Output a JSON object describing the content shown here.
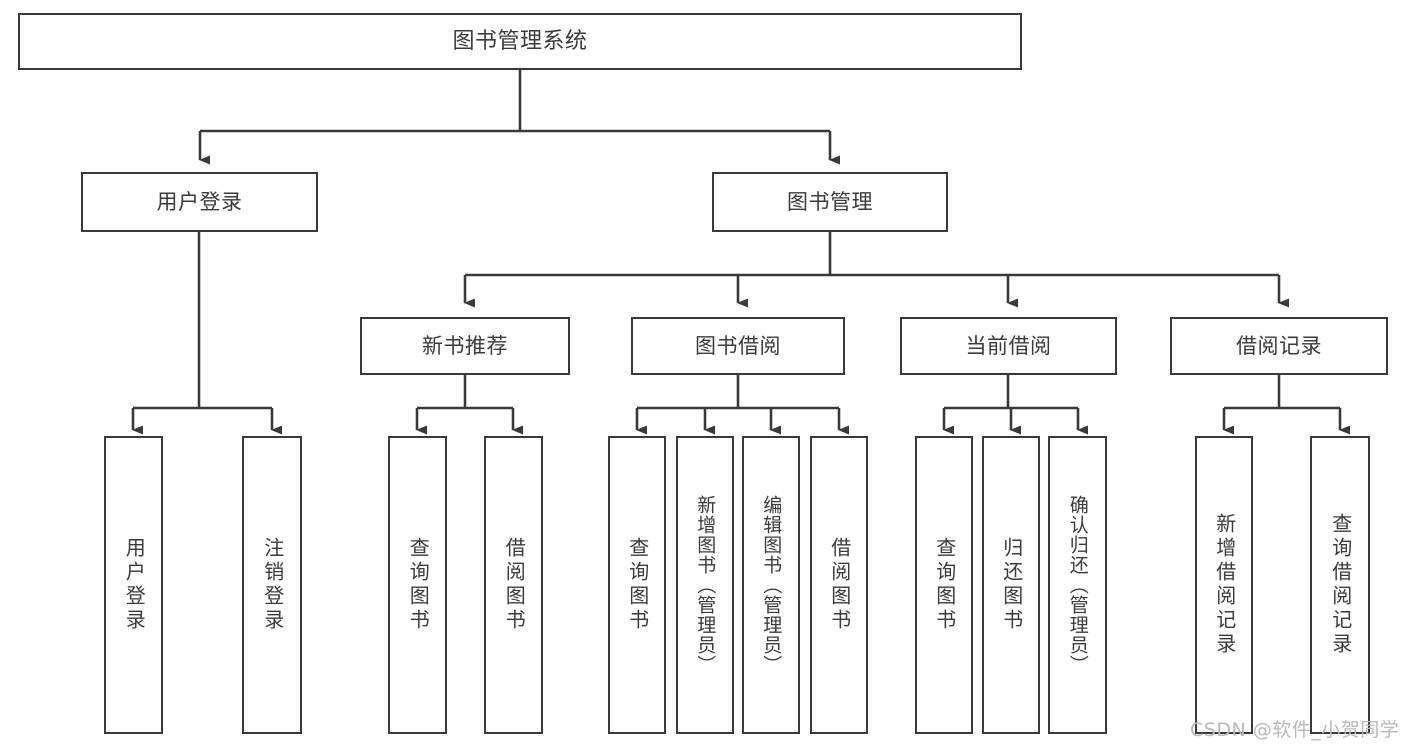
{
  "diagram": {
    "title": "图书管理系统",
    "type": "tree-hierarchy-diagram",
    "colors": {
      "stroke": "#3a3a3a",
      "fill": "#ffffff",
      "text": "#3b3b3b",
      "watermark": "#b9b9b9"
    },
    "nodes": {
      "root": {
        "label": "图书管理系统"
      },
      "level2": [
        {
          "label": "用户登录"
        },
        {
          "label": "图书管理"
        }
      ],
      "level3": [
        {
          "label": "新书推荐"
        },
        {
          "label": "图书借阅"
        },
        {
          "label": "当前借阅"
        },
        {
          "label": "借阅记录"
        }
      ],
      "leaves_user_login": [
        {
          "label": "用户登录"
        },
        {
          "label": "注销登录"
        }
      ],
      "leaves_new_book": [
        {
          "label": "查询图书"
        },
        {
          "label": "借阅图书"
        }
      ],
      "leaves_borrow": [
        {
          "label": "查询图书"
        },
        {
          "label": "新增图书（管理员）"
        },
        {
          "label": "编辑图书（管理员）"
        },
        {
          "label": "借阅图书"
        }
      ],
      "leaves_current": [
        {
          "label": "查询图书"
        },
        {
          "label": "归还图书"
        },
        {
          "label": "确认归还（管理员）"
        }
      ],
      "leaves_records": [
        {
          "label": "新增借阅记录"
        },
        {
          "label": "查询借阅记录"
        }
      ]
    },
    "watermark": "CSDN @软件_小贺同学"
  }
}
